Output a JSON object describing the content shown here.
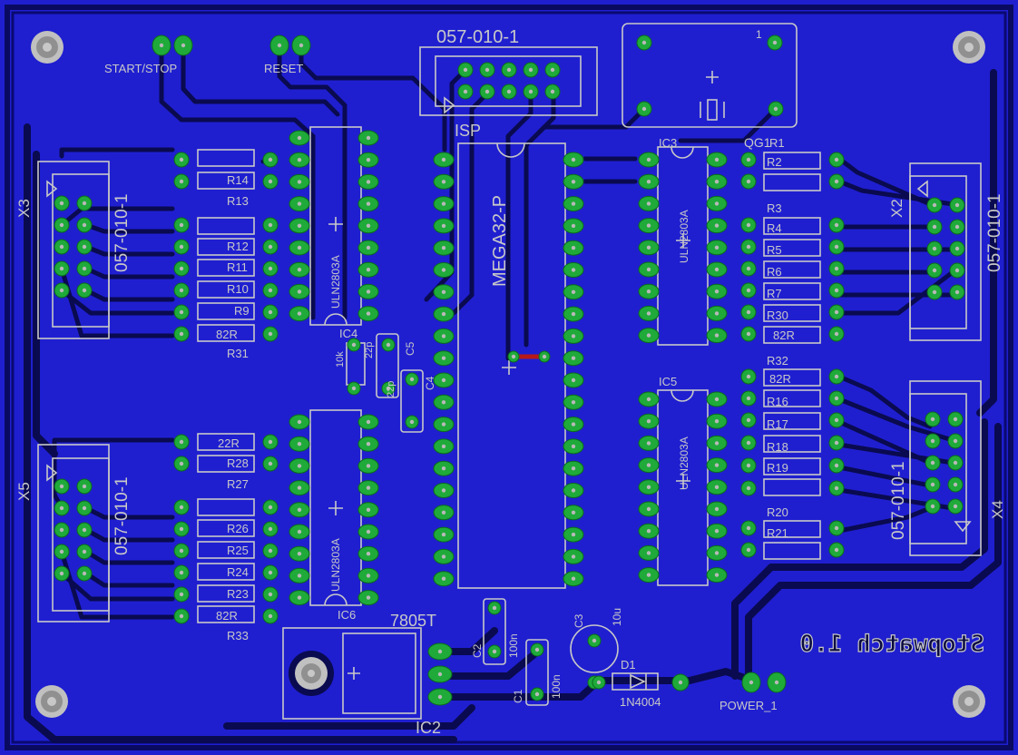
{
  "board": {
    "background": "#1f1fd0",
    "silk_color": "#c8c8c8",
    "pad_color": "#1faa3a",
    "trace_color": "#0a0a50"
  },
  "title_text": "Stopwatch 1.0",
  "connectors": {
    "start_stop": "START/STOP",
    "reset": "RESET",
    "power": "POWER_1",
    "isp": "ISP",
    "isp_part": "057-010-1"
  },
  "crystal": {
    "label": "QG1",
    "pin1": "1"
  },
  "mcu": {
    "name": "MEGA32-P"
  },
  "drivers": [
    {
      "name": "IC3",
      "part": "ULN2803A"
    },
    {
      "name": "IC5",
      "part": "ULN2803A"
    },
    {
      "name": "IC4",
      "part": "ULN2803A"
    },
    {
      "name": "IC6",
      "part": "ULN2803A"
    }
  ],
  "headers": [
    {
      "name": "X2",
      "part": "057-010-1"
    },
    {
      "name": "X3",
      "part": "057-010-1"
    },
    {
      "name": "X4",
      "part": "057-010-1"
    },
    {
      "name": "X5",
      "part": "057-010-1"
    }
  ],
  "resistors_right_top": [
    "R1",
    "R2",
    "R3",
    "R4",
    "R5",
    "R6",
    "R7",
    "R30",
    "82R"
  ],
  "resistors_right_bottom": [
    "R32",
    "82R",
    "R16",
    "R17",
    "R18",
    "R19",
    "R20",
    "R21"
  ],
  "resistors_left_top": [
    "R14",
    "R13",
    "R12",
    "R11",
    "R10",
    "R9",
    "82R",
    "R31"
  ],
  "resistors_left_bottom": [
    "22R",
    "R28",
    "R27",
    "R26",
    "R25",
    "R24",
    "R23",
    "82R",
    "R33"
  ],
  "regulator": {
    "part": "7805T",
    "ref": "IC2"
  },
  "caps": {
    "c1": "C1",
    "c1v": "100n",
    "c2": "C2",
    "c2v": "100n",
    "c3": "C3",
    "c3v": "10u",
    "c4": "C4",
    "c5": "C5",
    "c4v": "22p",
    "c5v": "22p",
    "r_pullup": "10k"
  },
  "diode": {
    "ref": "D1",
    "part": "1N4004"
  }
}
